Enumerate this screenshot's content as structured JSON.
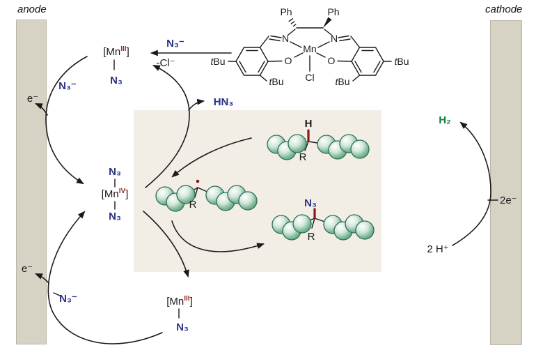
{
  "figure": {
    "anode_label": "anode",
    "cathode_label": "cathode"
  },
  "anode_side": {
    "electron_top": "e⁻",
    "azide_feed_top": "N₃⁻",
    "electron_bottom": "e⁻",
    "azide_feed_bottom": "N₃⁻"
  },
  "cathode_side": {
    "hydrogen_gas": "H₂",
    "electrons": "2e⁻",
    "protons": "2 H⁺"
  },
  "activation_arrow": {
    "azide": "N₃⁻",
    "chloride_loss": "-Cl⁻"
  },
  "species": {
    "mn3_top": {
      "bracket_open": "[Mn",
      "oxidation": "III",
      "bracket_close": "]",
      "azide": "N₃"
    },
    "mn4": {
      "azide_top": "N₃",
      "bracket_open": "[Mn",
      "oxidation": "IV",
      "bracket_close": "]",
      "azide_bottom": "N₃"
    },
    "mn3_bottom": {
      "bracket_open": "[Mn",
      "oxidation": "III",
      "bracket_close": "]",
      "azide": "N₃"
    },
    "hydrazoic_acid": "HN₃"
  },
  "catalyst": {
    "phenyl": "Ph",
    "nitrogen": "N",
    "manganese": "Mn",
    "oxygen": "O",
    "chloride": "Cl",
    "tbu_italic": "t",
    "tbu_rest": "Bu"
  },
  "substrate": {
    "hydrogen": "H",
    "r_group": "R"
  },
  "radical": {
    "r_group": "R"
  },
  "product": {
    "azide": "N₃",
    "r_group": "R"
  },
  "colors": {
    "navy": "#2a3086",
    "dark_red": "#9b2b23",
    "green": "#177a3e",
    "bond_red": "#8e1616",
    "electrode_fill": "#d6d3c4",
    "highlight_box": "#f2eee6"
  }
}
